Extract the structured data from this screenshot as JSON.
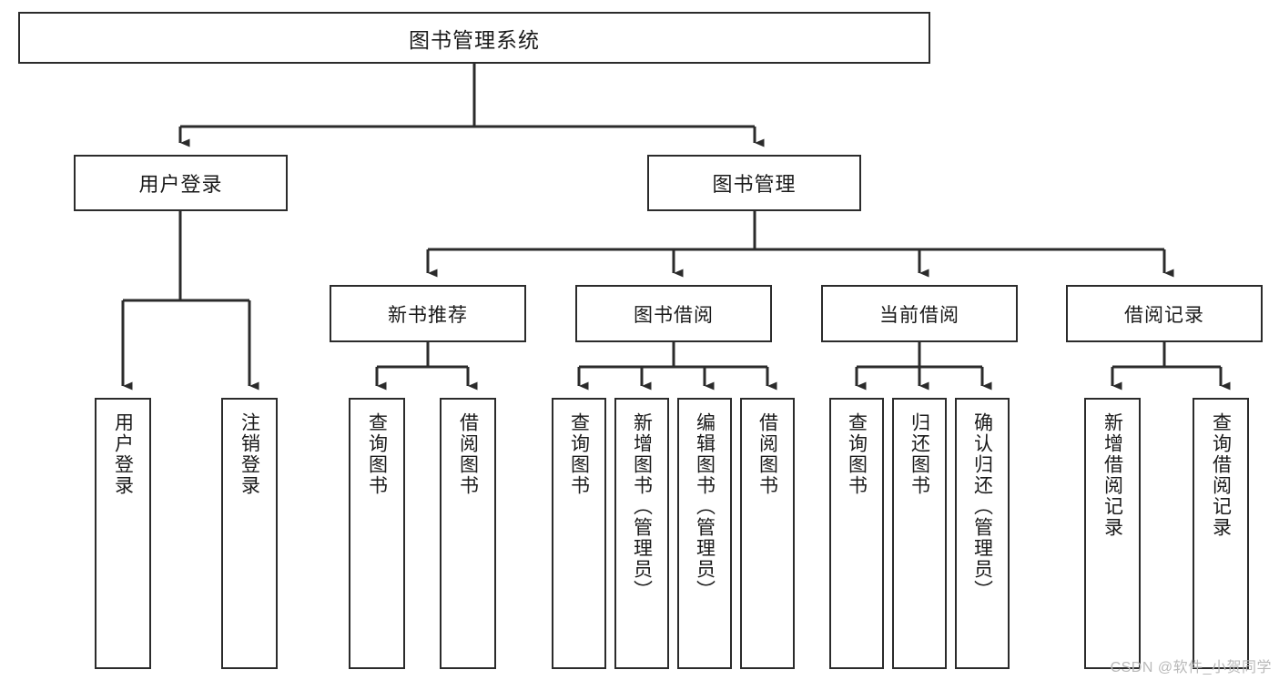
{
  "diagram": {
    "title": "图书管理系统",
    "type": "tree-hierarchy",
    "watermark": "CSDN @软件_小贺同学",
    "colors": {
      "box_border": "#2b2b2b",
      "box_fill": "#ffffff",
      "connector": "#2b2b2b",
      "text": "#1a1a1a",
      "watermark": "#b9b9b9"
    },
    "root": {
      "label": "图书管理系统"
    },
    "level2": [
      {
        "label": "用户登录"
      },
      {
        "label": "图书管理"
      }
    ],
    "level3": [
      {
        "label": "新书推荐"
      },
      {
        "label": "图书借阅"
      },
      {
        "label": "当前借阅"
      },
      {
        "label": "借阅记录"
      }
    ],
    "leaves": {
      "user_login": [
        {
          "label": "用户登录"
        },
        {
          "label": "注销登录"
        }
      ],
      "new_book": [
        {
          "label": "查询图书"
        },
        {
          "label": "借阅图书"
        }
      ],
      "book_borrow": [
        {
          "label": "查询图书"
        },
        {
          "label": "新增图书（管理员）"
        },
        {
          "label": "编辑图书（管理员）"
        },
        {
          "label": "借阅图书"
        }
      ],
      "current_borrow": [
        {
          "label": "查询图书"
        },
        {
          "label": "归还图书"
        },
        {
          "label": "确认归还（管理员）"
        }
      ],
      "borrow_record": [
        {
          "label": "新增借阅记录"
        },
        {
          "label": "查询借阅记录"
        }
      ]
    }
  }
}
